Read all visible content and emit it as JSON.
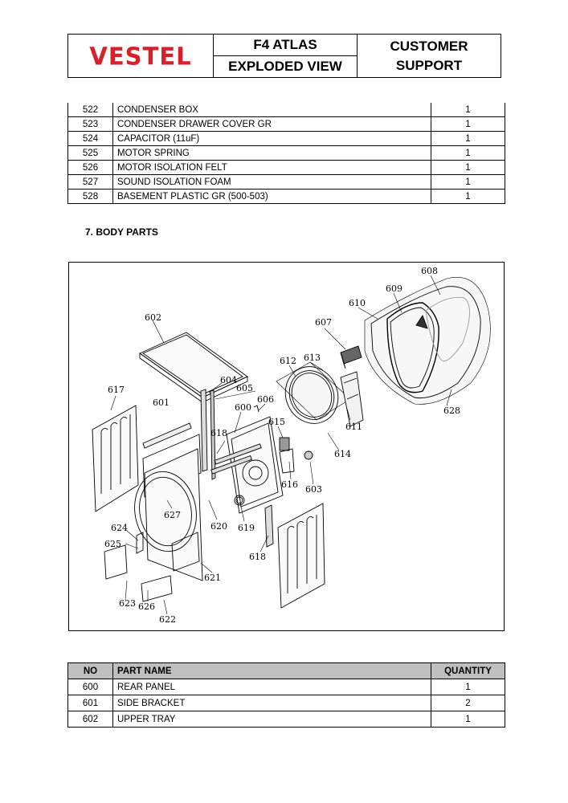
{
  "header": {
    "logo": "VESTEL",
    "model": "F4 ATLAS",
    "view": "EXPLODED VIEW",
    "support_line1": "CUSTOMER",
    "support_line2": "SUPPORT"
  },
  "top_table": {
    "rows": [
      {
        "no": "522",
        "name": "CONDENSER BOX",
        "qty": "1"
      },
      {
        "no": "523",
        "name": "CONDENSER DRAWER COVER GR",
        "qty": "1"
      },
      {
        "no": "524",
        "name": "CAPACITOR (11uF)",
        "qty": "1"
      },
      {
        "no": "525",
        "name": "MOTOR SPRING",
        "qty": "1"
      },
      {
        "no": "526",
        "name": "MOTOR ISOLATION FELT",
        "qty": "1"
      },
      {
        "no": "527",
        "name": "SOUND ISOLATION FOAM",
        "qty": "1"
      },
      {
        "no": "528",
        "name": "BASEMENT PLASTIC GR (500-503)",
        "qty": "1"
      }
    ]
  },
  "section_title": "7.   BODY PARTS",
  "diagram": {
    "labels": {
      "l600": "600",
      "l601": "601",
      "l602": "602",
      "l603": "603",
      "l604": "604",
      "l605": "605",
      "l606": "606",
      "l607": "607",
      "l608": "608",
      "l609": "609",
      "l610": "610",
      "l611": "611",
      "l612": "612",
      "l613": "613",
      "l614": "614",
      "l615": "615",
      "l616": "616",
      "l617": "617",
      "l618a": "618",
      "l618b": "618",
      "l619": "619",
      "l620": "620",
      "l621": "621",
      "l622": "622",
      "l623": "623",
      "l624": "624",
      "l625": "625",
      "l626": "626",
      "l627": "627",
      "l628": "628"
    }
  },
  "bottom_table": {
    "headers": {
      "no": "NO",
      "name": "PART NAME",
      "qty": "QUANTITY"
    },
    "rows": [
      {
        "no": "600",
        "name": "REAR PANEL",
        "qty": "1"
      },
      {
        "no": "601",
        "name": "SIDE BRACKET",
        "qty": "2"
      },
      {
        "no": "602",
        "name": "UPPER TRAY",
        "qty": "1"
      }
    ]
  }
}
